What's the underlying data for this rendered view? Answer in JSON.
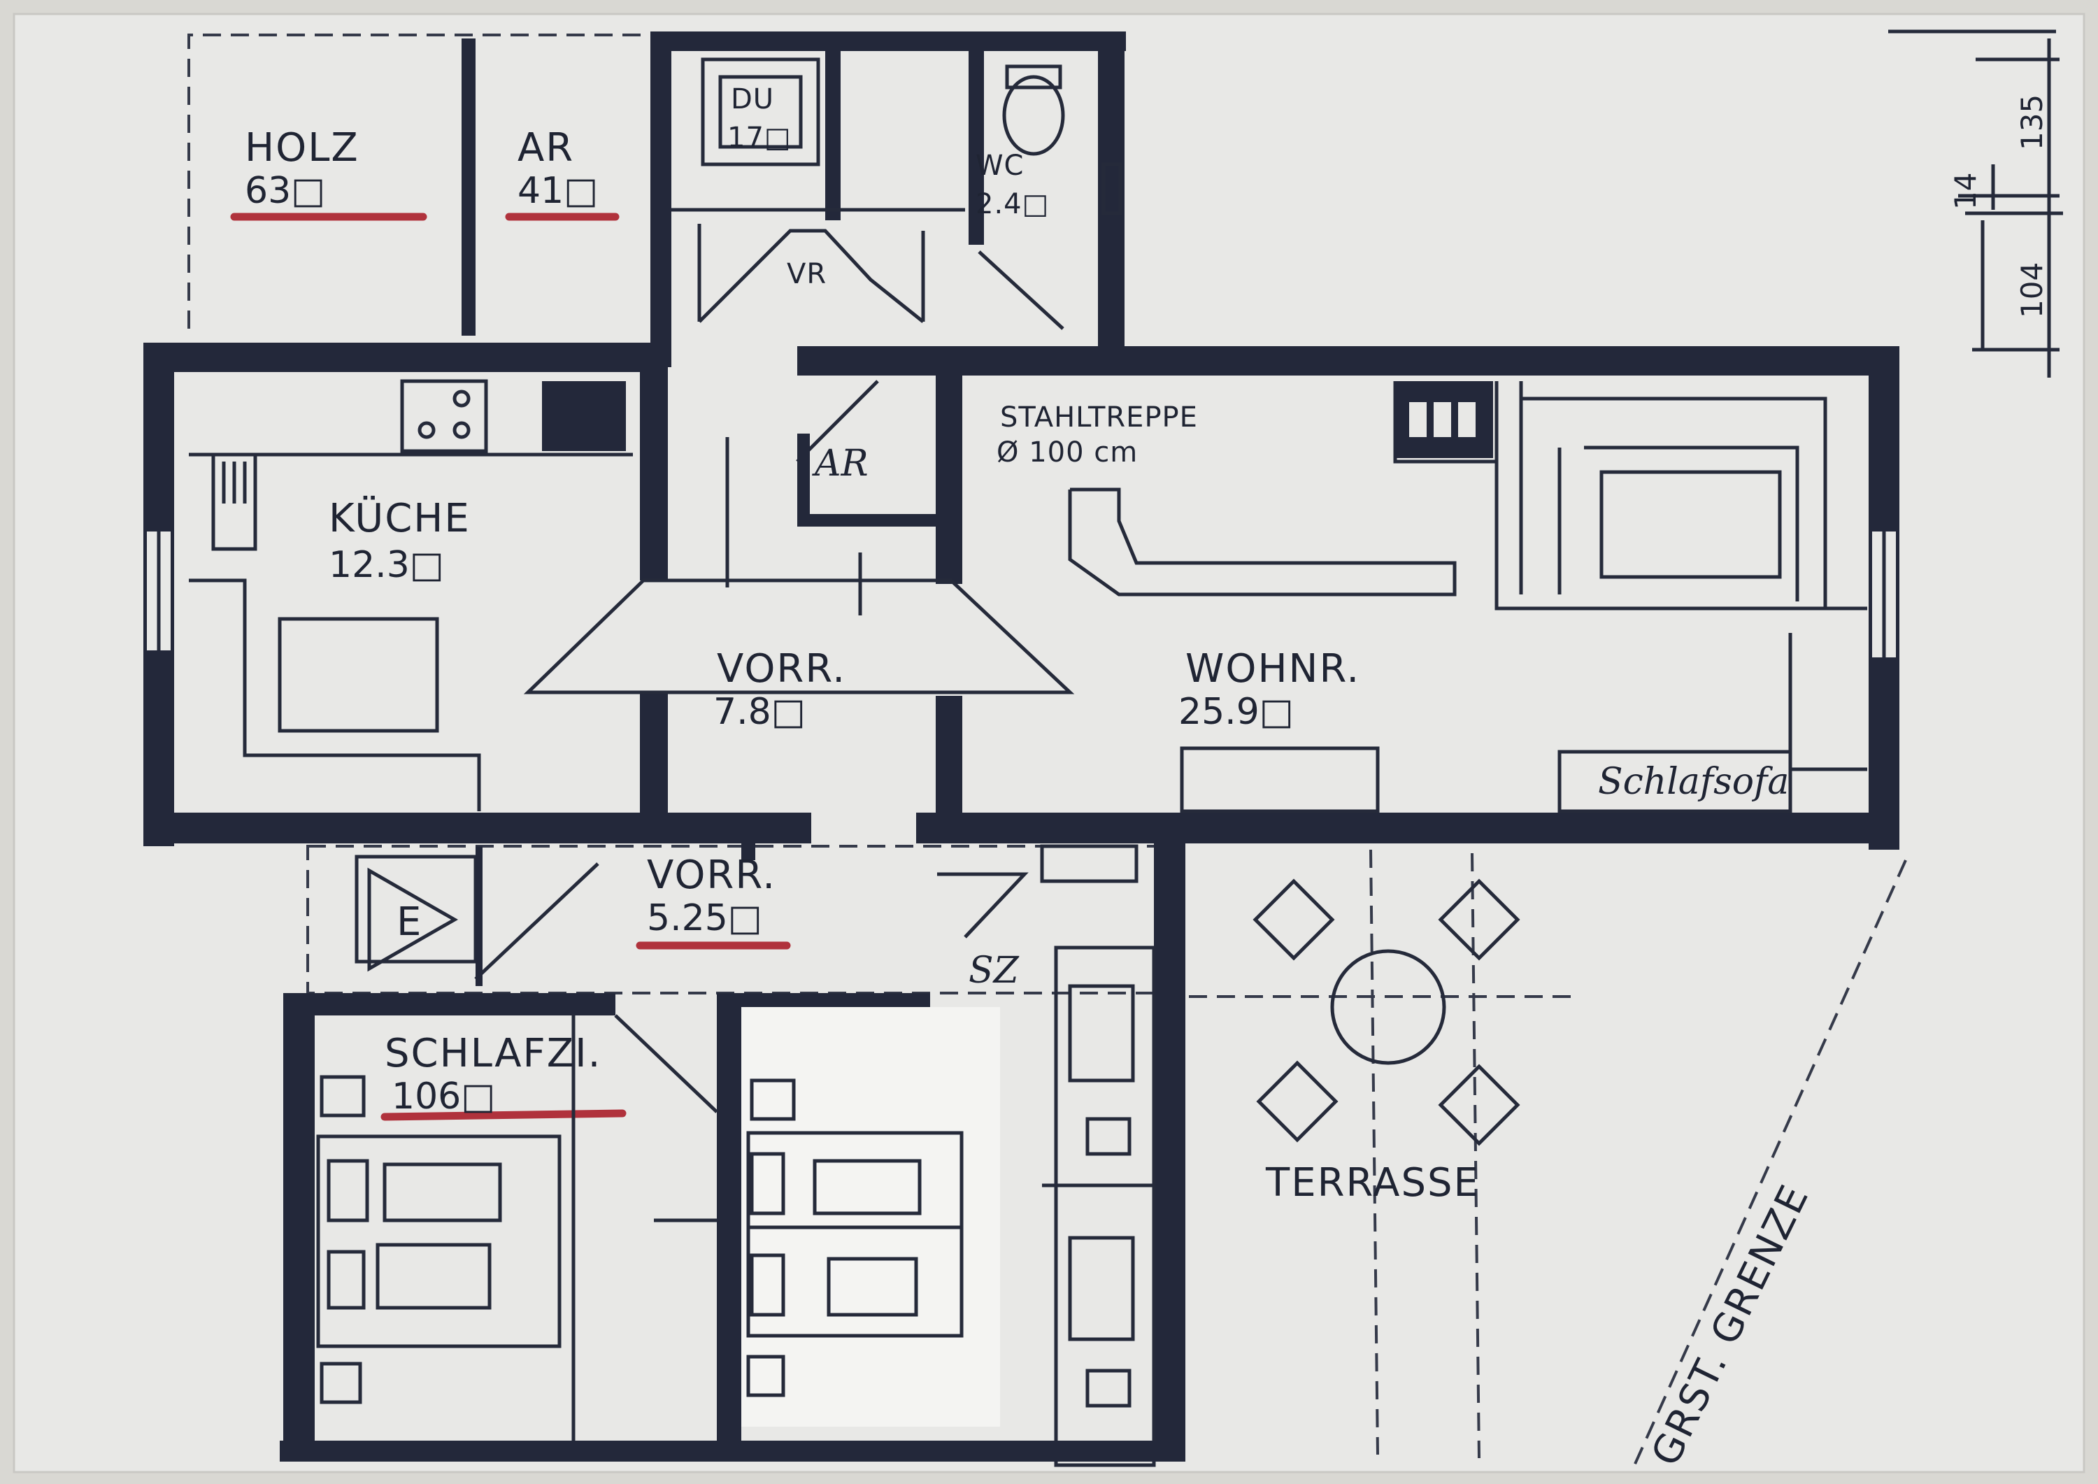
{
  "rooms": {
    "holz": {
      "name": "HOLZ",
      "area": "63□"
    },
    "ar_top": {
      "name": "AR",
      "area": "41□"
    },
    "du": {
      "name": "DU",
      "area": "17□"
    },
    "wc": {
      "name": "WC",
      "area": "2.4□"
    },
    "vr": {
      "name": "VR"
    },
    "kueche": {
      "name": "KÜCHE",
      "area": "12.3□"
    },
    "ar_mid": {
      "name": "AR"
    },
    "vorr_main": {
      "name": "VORR.",
      "area": "7.8□"
    },
    "wohnr": {
      "name": "WOHNR.",
      "area": "25.9□"
    },
    "vorr_lower": {
      "name": "VORR.",
      "area": "5.25□"
    },
    "schlafzi": {
      "name": "SCHLAFZI.",
      "area": "106□"
    },
    "sz": {
      "name": "SZ"
    },
    "terrasse": {
      "name": "TERRASSE"
    }
  },
  "annotations": {
    "stahltreppe": "STAHLTREPPE",
    "stahltreppe_size": "Ø 100 cm",
    "schlafsofa": "Schlafsofa",
    "entry_marker": "E",
    "grenze": "GRST. GRENZE"
  },
  "dimensions": {
    "d135": "135",
    "d14": "14",
    "d104": "104"
  },
  "colors": {
    "paper": "#e8e8e6",
    "ink": "#23283a",
    "highlight": "#b0323c",
    "background": "#d9d8d3"
  }
}
